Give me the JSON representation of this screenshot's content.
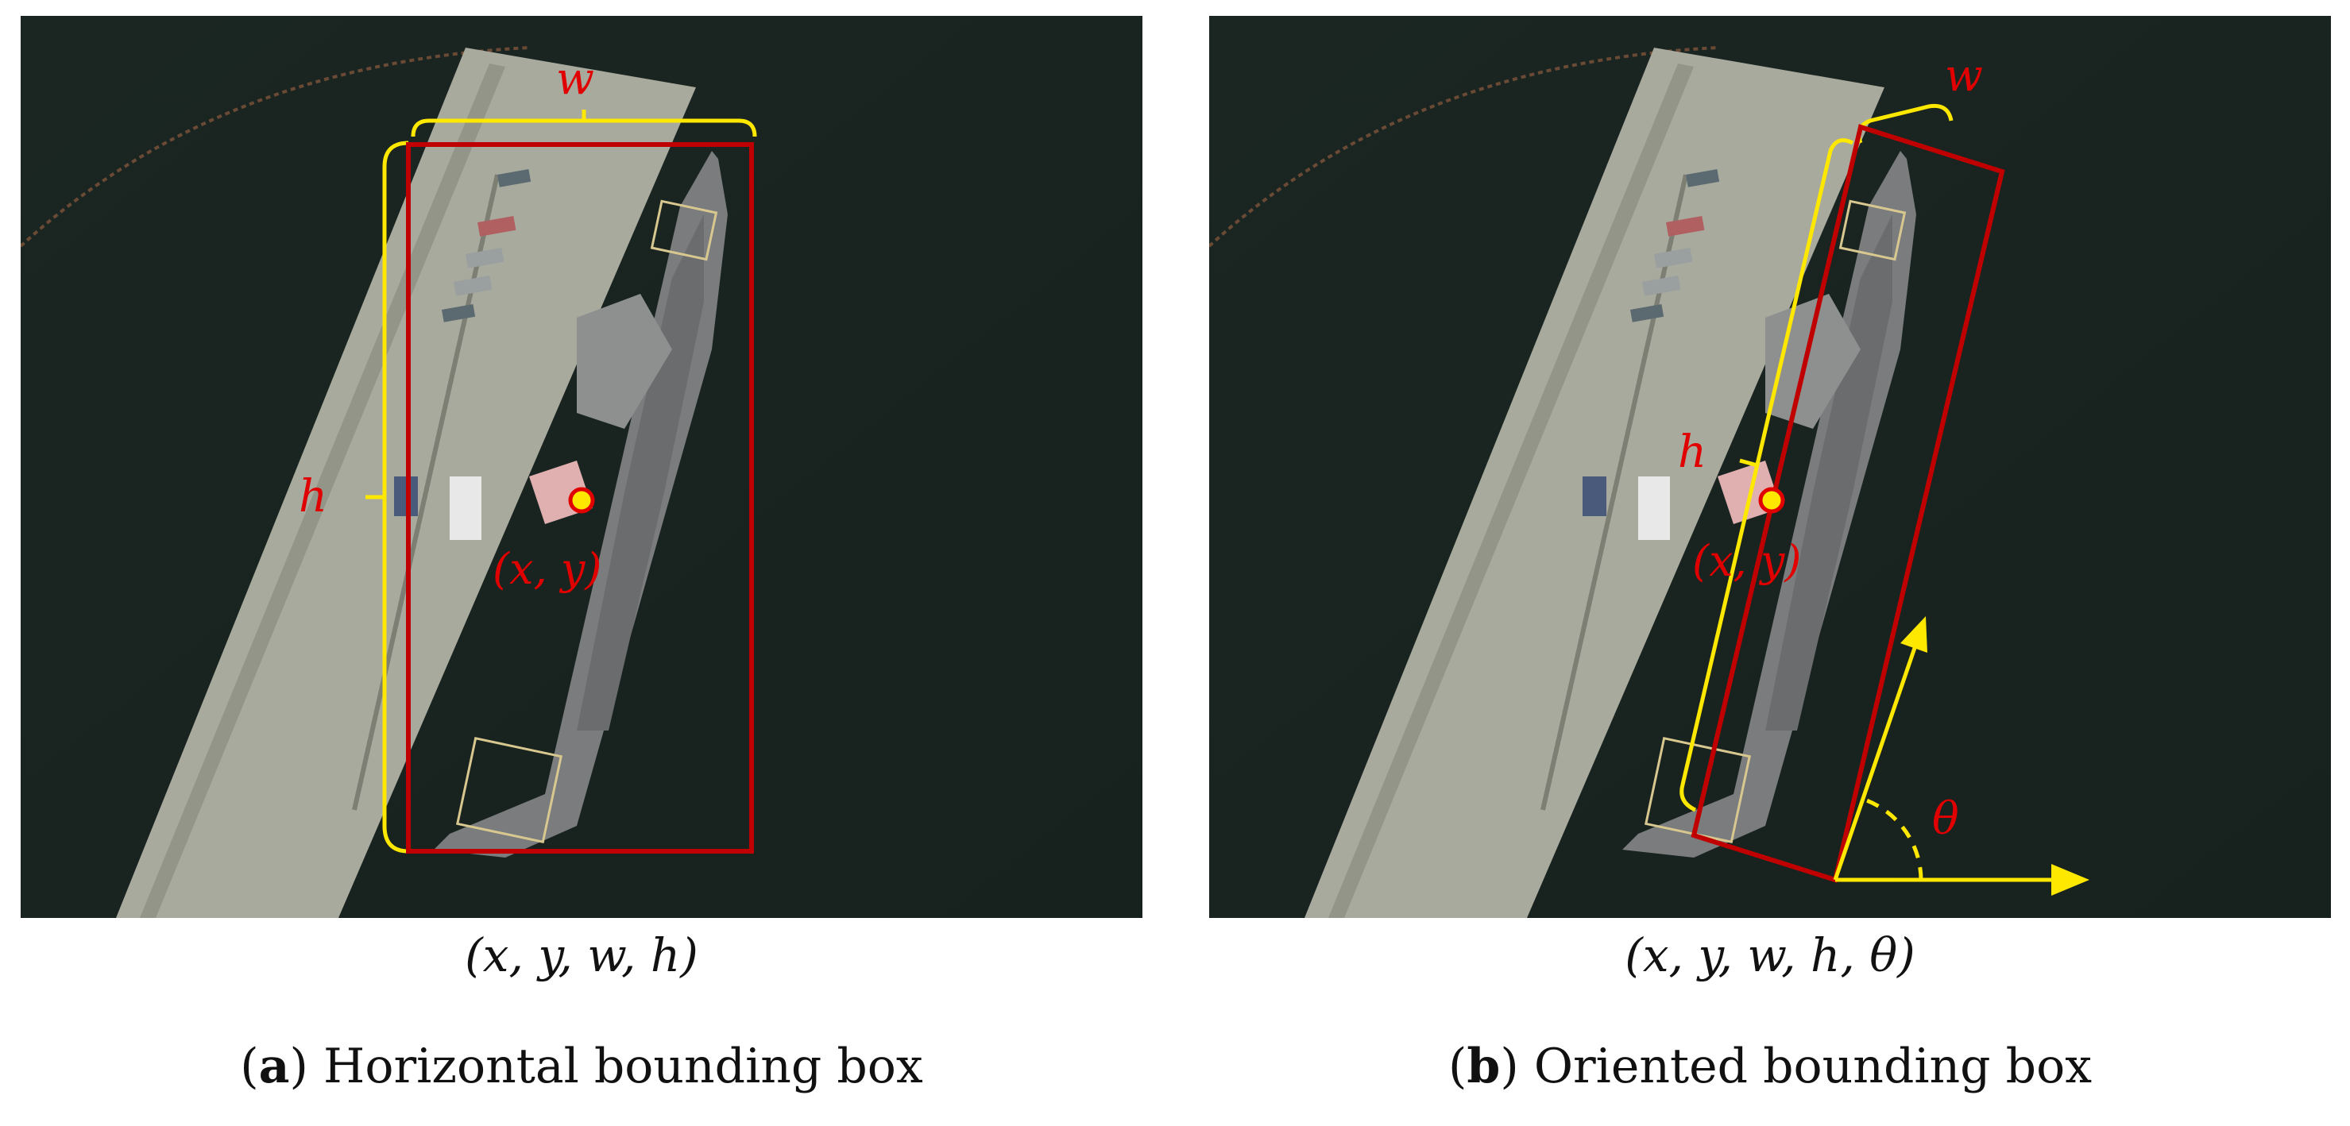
{
  "panels": [
    {
      "id": "a",
      "labels": {
        "w": "w",
        "h": "h",
        "center": "(x, y)"
      },
      "formula": "(x, y, w, h)",
      "caption_letter": "a",
      "caption_text": "Horizontal bounding box"
    },
    {
      "id": "b",
      "labels": {
        "w": "w",
        "h": "h",
        "center": "(x, y)",
        "angle": "θ"
      },
      "formula": "(x, y, w, h, θ)",
      "caption_letter": "b",
      "caption_text": "Oriented bounding box"
    }
  ],
  "colors": {
    "box": "#c00000",
    "bracket": "#ffe800",
    "label": "#e00000",
    "water": "#1a2420",
    "pier": "#a8a99c",
    "ship": "#77797a"
  }
}
